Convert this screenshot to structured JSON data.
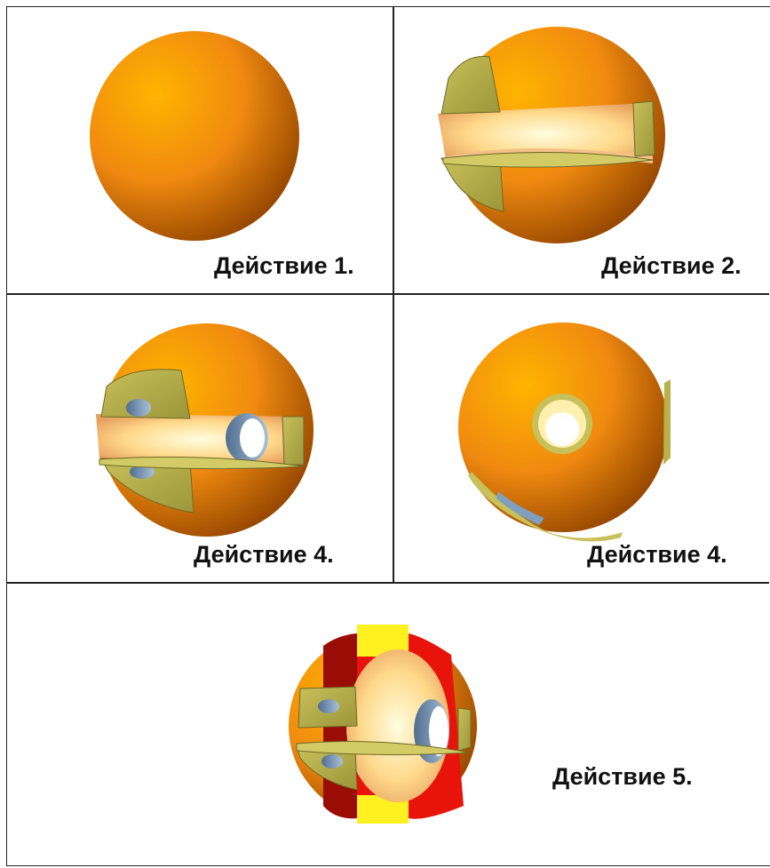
{
  "panels": [
    {
      "label": "Действие 1."
    },
    {
      "label": "Действие 2."
    },
    {
      "label": "Действие 4."
    },
    {
      "label": "Действие 4."
    },
    {
      "label": "Действие 5."
    }
  ],
  "colors": {
    "sphere_light": "#ffb400",
    "sphere_mid": "#f08a10",
    "sphere_dark": "#9a4a00",
    "cut_face": "#b9b24a",
    "inner": "#ffe8a8",
    "hole": "#7f9fc0",
    "ring_red": "#e8140c",
    "ring_dark": "#9a0c06",
    "ring_yellow": "#fff020",
    "border": "#222222"
  }
}
